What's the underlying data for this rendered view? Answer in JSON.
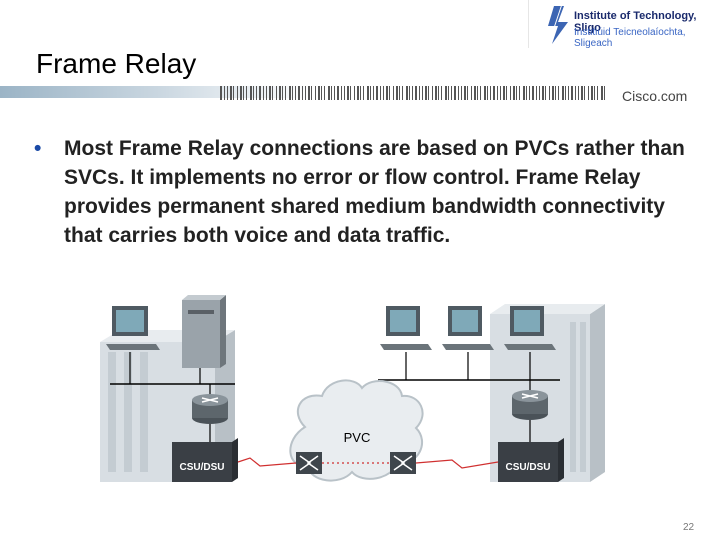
{
  "slide": {
    "title": "Frame Relay",
    "bullet": "Most Frame Relay connections are based on PVCs rather than SVCs. It implements no error or flow control. Frame Relay provides permanent shared medium bandwidth connectivity that carries both voice and data traffic.",
    "page_number": "22"
  },
  "branding": {
    "institute_line1": "Institute of Technology, Sligo",
    "institute_line2": "Institiúid Teicneolaíochta, Sligeach",
    "cisco": "Cisco.com"
  },
  "diagram": {
    "cloud_label": "PVC",
    "left_device_label": "CSU/DSU",
    "right_device_label": "CSU/DSU"
  },
  "colors": {
    "accent": "#1a4aa6",
    "link_line": "#d03030",
    "device_dark": "#3a3f45"
  }
}
